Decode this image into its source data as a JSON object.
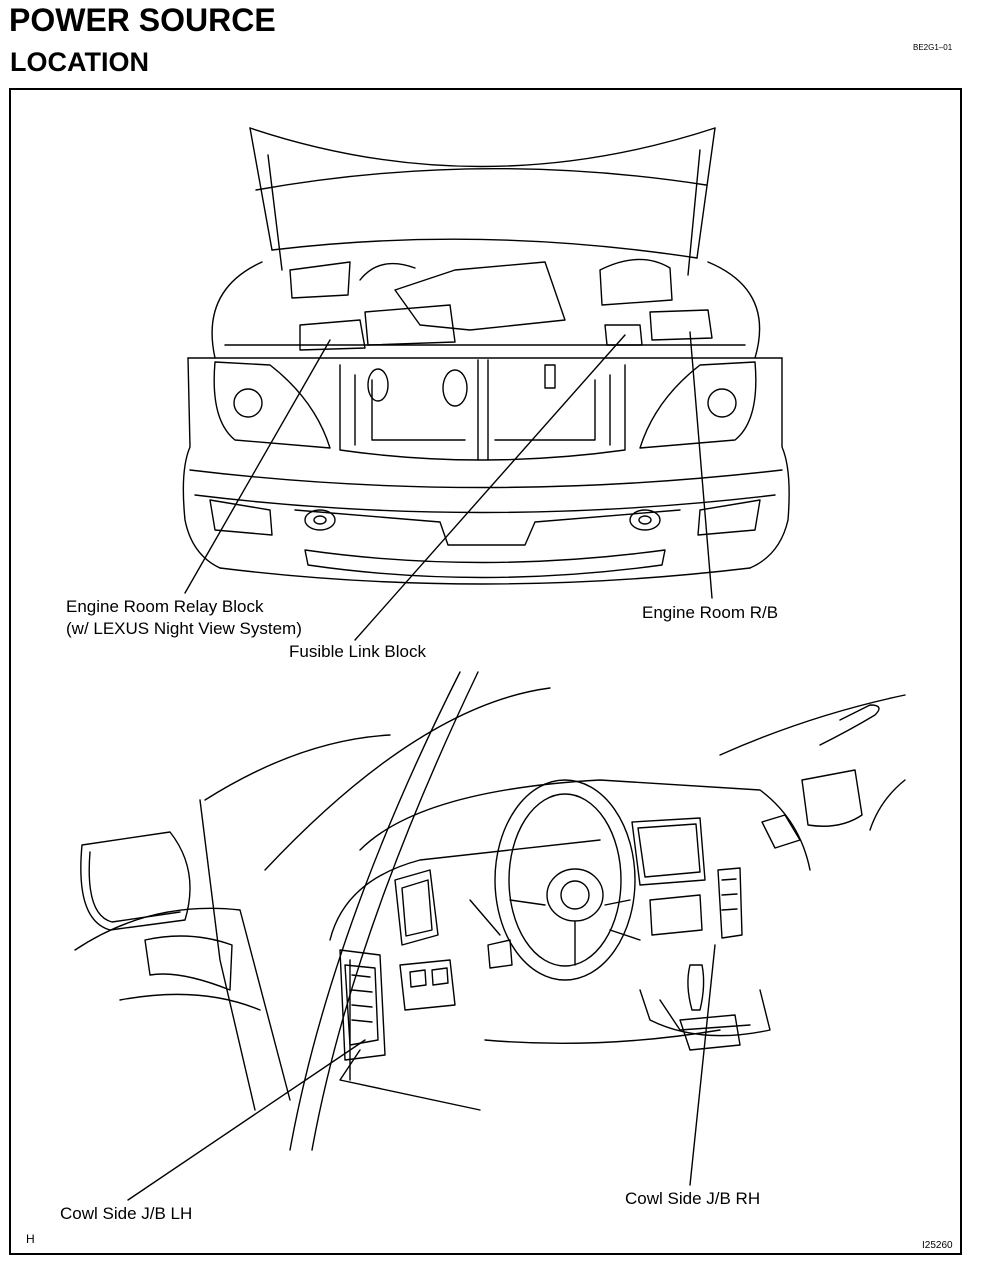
{
  "header": {
    "title": "POWER SOURCE",
    "subtitle": "LOCATION",
    "doc_code": "BE2G1–01"
  },
  "labels": {
    "engine_room_relay_block": "Engine Room Relay Block",
    "engine_room_relay_block_note": "(w/ LEXUS Night View System)",
    "fusible_link_block": "Fusible Link Block",
    "engine_room_rb": "Engine Room R/B",
    "cowl_side_jb_lh": "Cowl Side J/B LH",
    "cowl_side_jb_rh": "Cowl Side J/B RH"
  },
  "footer": {
    "page_marker": "H",
    "figure_id": "I25260"
  },
  "icons": {
    "engine_bay_illustration": "car-front-engine-bay-drawing",
    "interior_illustration": "car-interior-dashboard-drawing",
    "steering_logo": "lexus-logo"
  }
}
